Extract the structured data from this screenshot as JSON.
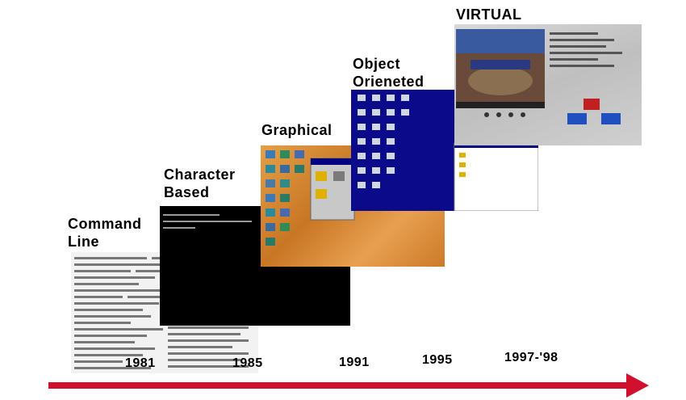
{
  "stages": [
    {
      "label": "Command\nLine"
    },
    {
      "label": "Character\nBased"
    },
    {
      "label": "Graphical"
    },
    {
      "label": "Object\nOrieneted"
    },
    {
      "label": "VIRTUAL"
    }
  ],
  "years": [
    "1981",
    "1985",
    "1991",
    "1995",
    "1997-'98"
  ],
  "colors": {
    "arrow": "#d0102c",
    "dos_screen": "#000000",
    "desktop_blue": "#0a0a8a",
    "desktop_orange": "#d68a30"
  },
  "icons": {
    "arrow": "right-arrow-icon"
  }
}
